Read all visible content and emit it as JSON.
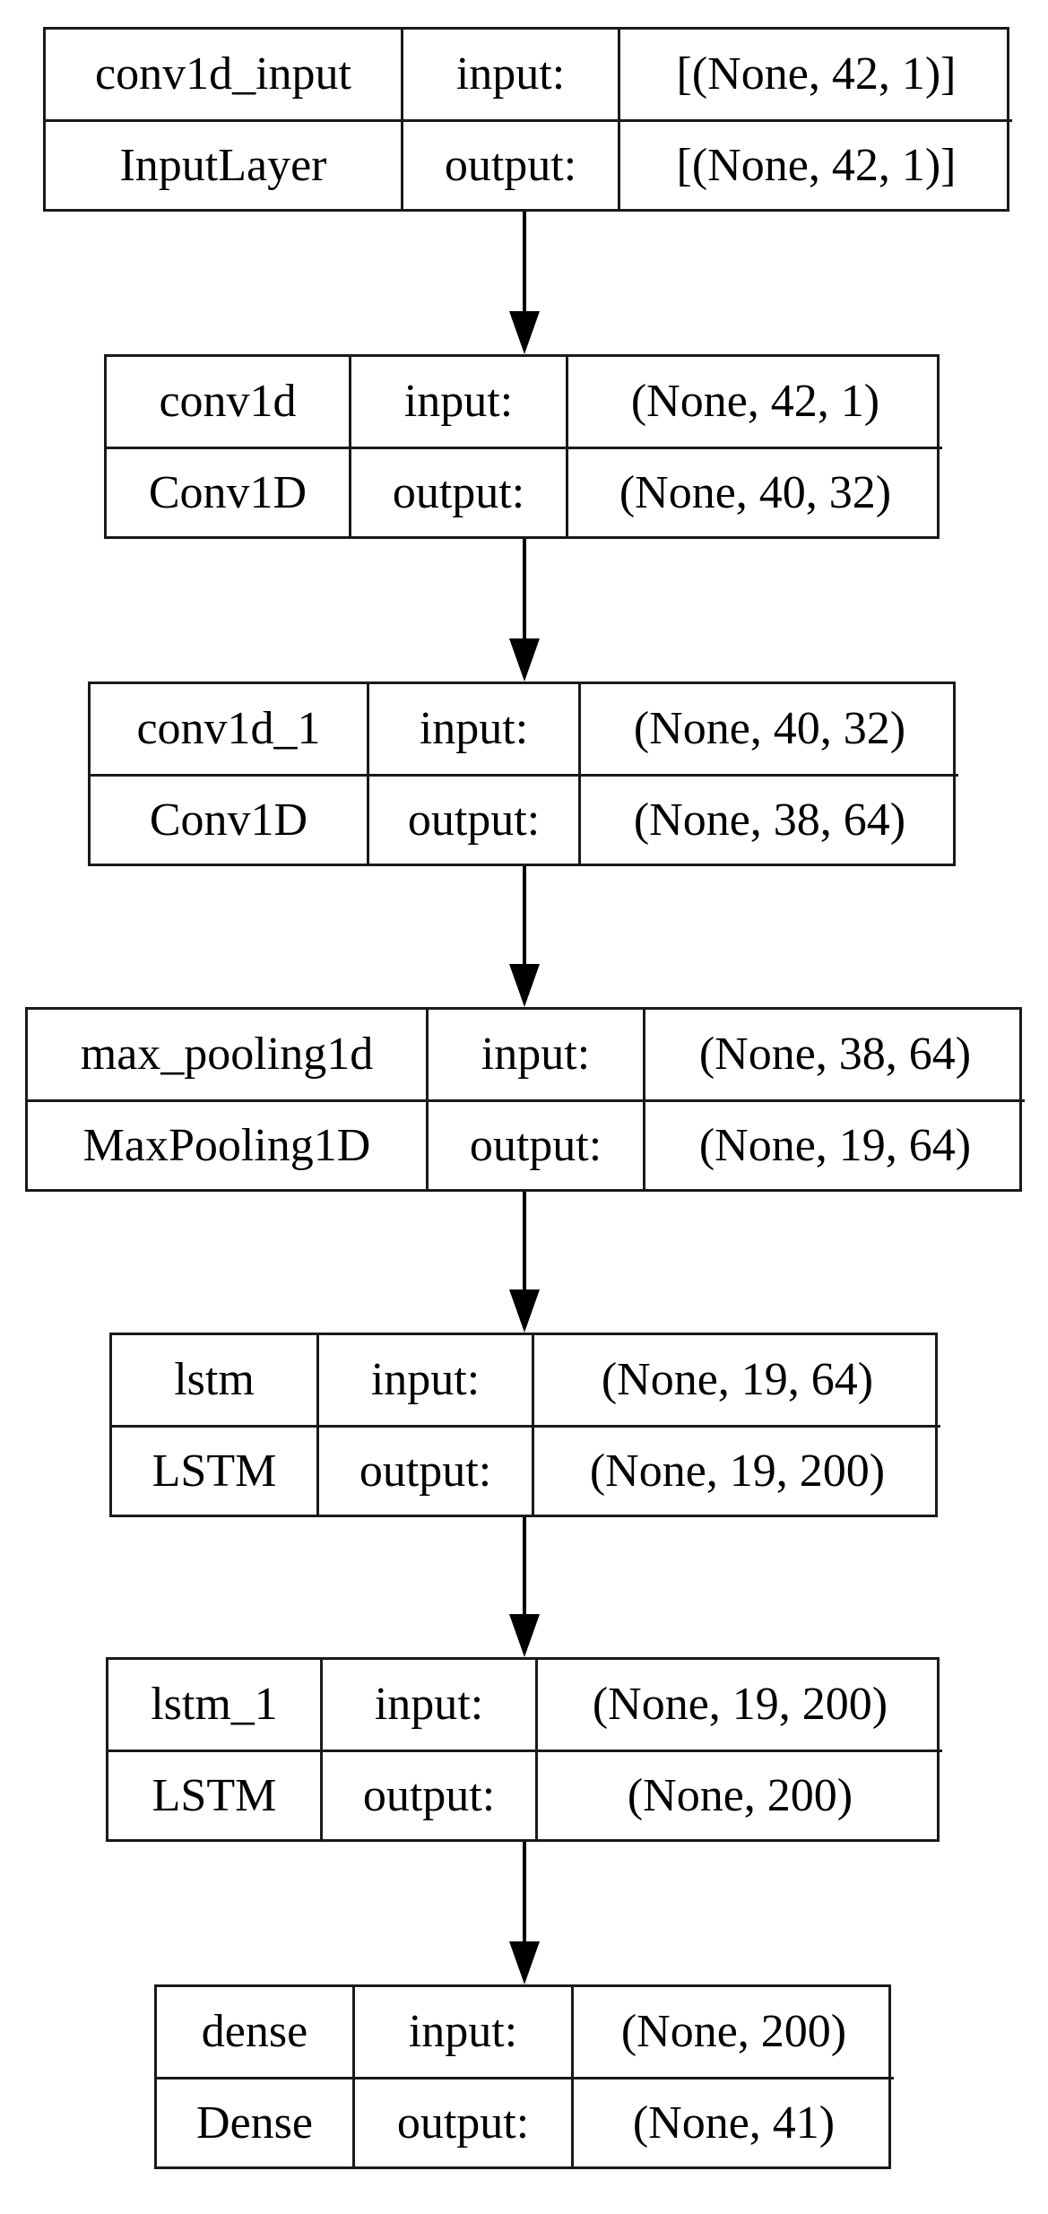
{
  "layers": [
    {
      "name": "conv1d_input",
      "type": "InputLayer",
      "input_label": "input:",
      "output_label": "output:",
      "input_shape": "[(None, 42, 1)]",
      "output_shape": "[(None, 42, 1)]"
    },
    {
      "name": "conv1d",
      "type": "Conv1D",
      "input_label": "input:",
      "output_label": "output:",
      "input_shape": "(None, 42, 1)",
      "output_shape": "(None, 40, 32)"
    },
    {
      "name": "conv1d_1",
      "type": "Conv1D",
      "input_label": "input:",
      "output_label": "output:",
      "input_shape": "(None, 40, 32)",
      "output_shape": "(None, 38, 64)"
    },
    {
      "name": "max_pooling1d",
      "type": "MaxPooling1D",
      "input_label": "input:",
      "output_label": "output:",
      "input_shape": "(None, 38, 64)",
      "output_shape": "(None, 19, 64)"
    },
    {
      "name": "lstm",
      "type": "LSTM",
      "input_label": "input:",
      "output_label": "output:",
      "input_shape": "(None, 19, 64)",
      "output_shape": "(None, 19, 200)"
    },
    {
      "name": "lstm_1",
      "type": "LSTM",
      "input_label": "input:",
      "output_label": "output:",
      "input_shape": "(None, 19, 200)",
      "output_shape": "(None, 200)"
    },
    {
      "name": "dense",
      "type": "Dense",
      "input_label": "input:",
      "output_label": "output:",
      "input_shape": "(None, 200)",
      "output_shape": "(None, 41)"
    }
  ]
}
